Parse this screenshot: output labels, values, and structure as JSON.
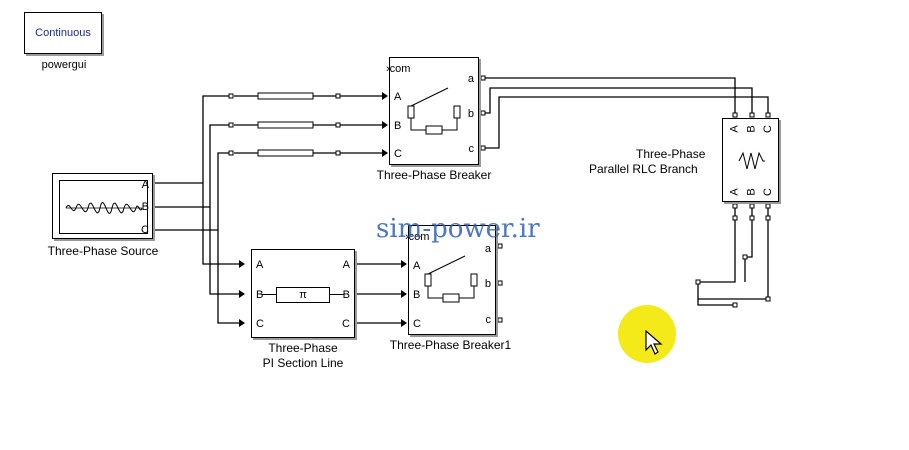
{
  "powergui": {
    "button_text": "Continuous",
    "label": "powergui"
  },
  "source": {
    "label": "Three-Phase Source",
    "ports": [
      "A",
      "B",
      "C"
    ]
  },
  "breaker1": {
    "label": "Three-Phase Breaker",
    "com": "com",
    "in_ports": [
      "A",
      "B",
      "C"
    ],
    "out_ports": [
      "a",
      "b",
      "c"
    ]
  },
  "breaker2": {
    "label": "Three-Phase Breaker1",
    "com": "com",
    "in_ports": [
      "A",
      "B",
      "C"
    ],
    "out_ports": [
      "a",
      "b",
      "c"
    ]
  },
  "pi_line": {
    "label_line1": "Three-Phase",
    "label_line2": "PI Section Line",
    "in_ports": [
      "A",
      "B",
      "C"
    ],
    "out_ports": [
      "A",
      "B",
      "C"
    ],
    "symbol": "π"
  },
  "rlc": {
    "label_line1": "Three-Phase",
    "label_line2": "Parallel RLC Branch",
    "top_ports": [
      "A",
      "B",
      "C"
    ],
    "bottom_ports": [
      "A",
      "B",
      "C"
    ]
  },
  "watermark": "sim-power.ir"
}
